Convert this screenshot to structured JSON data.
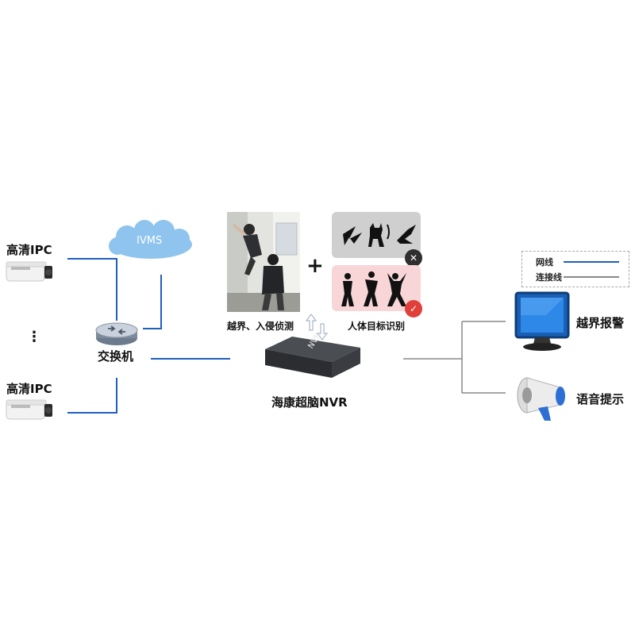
{
  "nodes": {
    "ipc_top": {
      "label": "高清IPC"
    },
    "ipc_bottom": {
      "label": "高清IPC"
    },
    "ellipsis": {
      "label": "⋮"
    },
    "switch": {
      "label": "交换机"
    },
    "ivms": {
      "label": "IVMS"
    },
    "nvr": {
      "label": "海康超脑NVR",
      "box_text": "NVR"
    },
    "detect_photo": {
      "caption": "越界、入侵侦测"
    },
    "plus": {
      "label": "+"
    },
    "human_recognition": {
      "caption": "人体目标识别"
    },
    "alarm_monitor": {
      "label": "越界报警"
    },
    "voice_speaker": {
      "label": "语音提示"
    }
  },
  "legend": {
    "items": [
      {
        "label": "网线",
        "color": "#1f5fbf"
      },
      {
        "label": "连接线",
        "color": "#888888"
      }
    ]
  },
  "colors": {
    "network_line": "#1f5fbf",
    "connect_line": "#888888",
    "cloud": "#8ec4ee",
    "reject_badge": "#2f2f2f",
    "accept_badge": "#e0403a",
    "reject_panel": "#cfcfcf",
    "accept_panel": "#f8d6d8"
  },
  "icons": [
    "ip-camera-icon",
    "router-icon",
    "cloud-icon",
    "nvr-box-icon",
    "monitor-icon",
    "megaphone-icon",
    "close-icon",
    "check-icon"
  ]
}
